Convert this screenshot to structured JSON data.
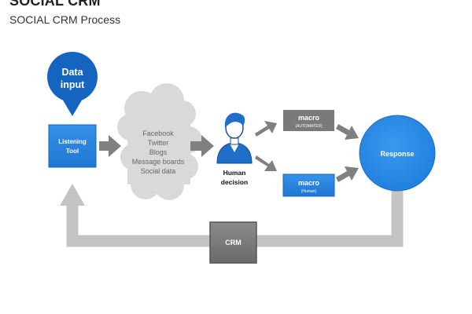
{
  "header": {
    "title": "SOCIAL CRM",
    "subtitle": "SOCIAL CRM Process"
  },
  "nodes": {
    "data_input": {
      "line1": "Data",
      "line2": "input"
    },
    "listening_tool": {
      "line1": "Listening",
      "line2": "Tool"
    },
    "sources": [
      "Facebook",
      "Twitter",
      "Blogs",
      "Message boards",
      "Social data"
    ],
    "human_decision": {
      "line1": "Human",
      "line2": "decision"
    },
    "macro_automated": {
      "title": "macro",
      "sub": "(AUTOMATED)"
    },
    "macro_human": {
      "title": "macro",
      "sub": "(Human)"
    },
    "response": {
      "label": "Response"
    },
    "crm": {
      "label": "CRM"
    }
  },
  "colors": {
    "blue_dark": "#1565c0",
    "blue": "#2d8ae6",
    "gray_arrow": "#bfbfbf",
    "gray_box": "#7a7a7a",
    "cloud": "#d9d9d9"
  },
  "icons": {
    "person": "person-icon"
  }
}
